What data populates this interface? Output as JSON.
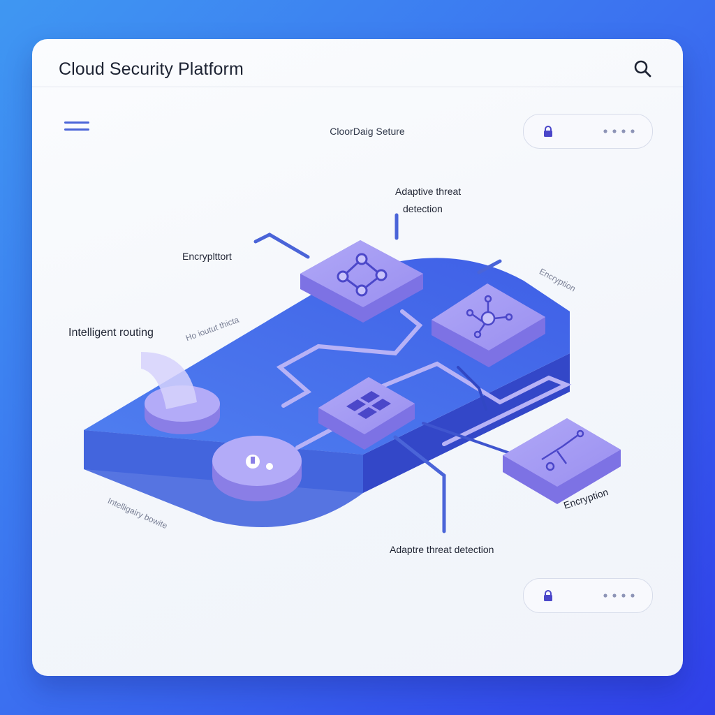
{
  "app": {
    "title": "Cloud Security Platform",
    "subtitle": "CloorDaig Seture"
  },
  "icons": {
    "search": "search-icon",
    "menu": "hamburger-menu-icon",
    "lock": "lock-icon",
    "more": "more-dots-icon"
  },
  "labels": {
    "adaptive_top_line1": "Adaptive threat",
    "adaptive_top_line2": "detection",
    "encryption_left": "Encryplttort",
    "encryption_right_faint": "Encryption",
    "intelligent_routing": "Intelligent routing",
    "faint_near_routing": "Ho ioutut thicta",
    "faint_bottom_left": "Intelligairy bowite",
    "encryption_bottom_right": "Encryption",
    "adaptive_bottom": "Adaptre threat detection"
  },
  "colors": {
    "accent": "#4a64d8",
    "platform": "#4a6ee8",
    "module": "#9d94f2",
    "background_start": "#3f97f2",
    "background_end": "#3040ea"
  }
}
